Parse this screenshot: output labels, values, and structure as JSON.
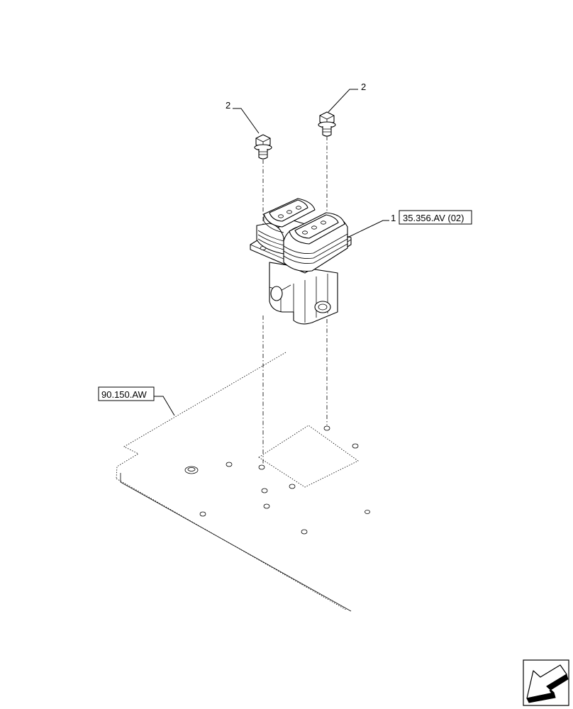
{
  "callouts": {
    "bolt_left": "2",
    "bolt_right": "2",
    "valve": "1"
  },
  "references": {
    "valve_ref": "35.356.AV (02)",
    "plate_ref": "90.150.AW"
  },
  "icons": {
    "nav_arrow": "navigation-arrow-icon"
  }
}
